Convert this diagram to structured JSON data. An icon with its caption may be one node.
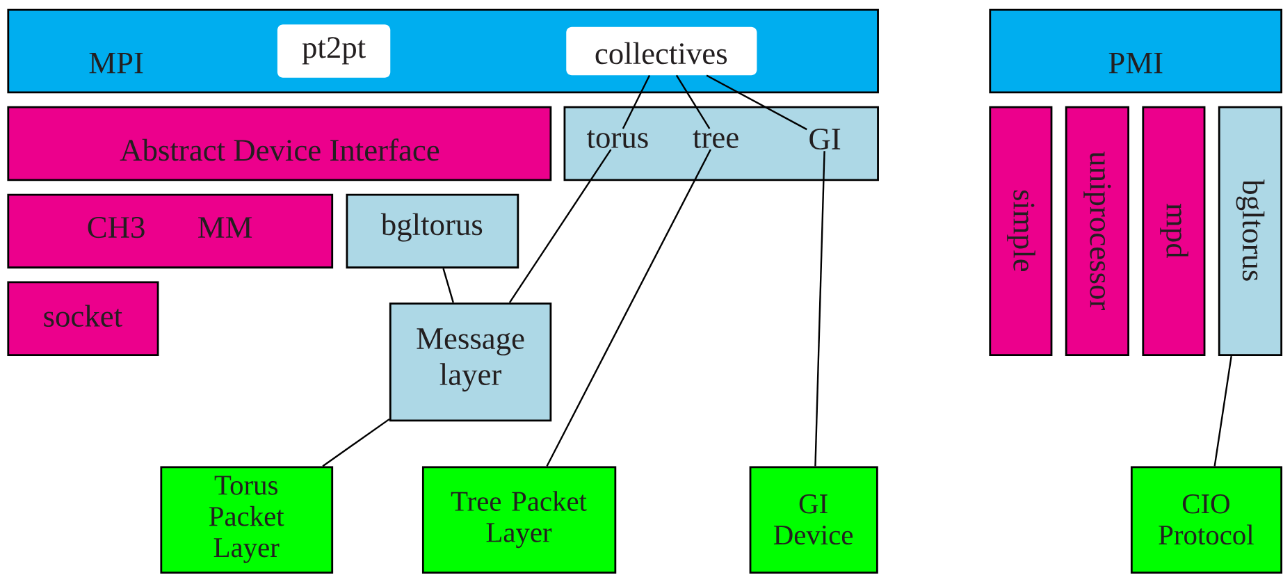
{
  "diagram": {
    "nodes": [
      {
        "text": [
          "MPI"
        ]
      },
      {
        "text": [
          "pt2pt"
        ],
        "in": 0
      },
      {
        "text": [
          "collectives"
        ],
        "in": 0
      },
      {
        "text": [
          "PMI"
        ]
      },
      {
        "text": [
          "Abstract Device Interface"
        ]
      },
      {
        "text": [],
        "shape": "box"
      },
      {
        "text": [
          "torus"
        ],
        "in": 5
      },
      {
        "text": [
          "tree"
        ],
        "in": 5
      },
      {
        "text": [
          "GI"
        ],
        "in": 5
      },
      {
        "text": [
          "CH3",
          "MM"
        ]
      },
      {
        "text": [
          "bgltorus"
        ]
      },
      {
        "text": [
          "socket"
        ]
      },
      {
        "text": [
          "Message layer"
        ]
      },
      {
        "text": [
          "simple"
        ]
      },
      {
        "text": [
          "uniprocessor"
        ]
      },
      {
        "text": [
          "mpd"
        ]
      },
      {
        "text": [
          "bgltorus"
        ]
      },
      {
        "text": [
          "Torus Packet Layer"
        ]
      },
      {
        "text": [
          "Tree Packet Layer"
        ]
      },
      {
        "text": [
          "GI Device"
        ]
      },
      {
        "text": [
          "CIO Protocol"
        ]
      }
    ],
    "edges": [
      {
        "from": 2,
        "to": 6,
        "arrow": "none"
      },
      {
        "from": 2,
        "to": 7,
        "arrow": "none"
      },
      {
        "from": 2,
        "to": 8,
        "arrow": "none"
      },
      {
        "from": 6,
        "to": 12,
        "arrow": "none"
      },
      {
        "from": 7,
        "to": 18,
        "arrow": "none"
      },
      {
        "from": 8,
        "to": 19,
        "arrow": "none"
      },
      {
        "from": 10,
        "to": 12,
        "arrow": "none"
      },
      {
        "from": 12,
        "to": 17,
        "arrow": "none"
      },
      {
        "from": 16,
        "to": 20,
        "arrow": "none"
      }
    ]
  }
}
